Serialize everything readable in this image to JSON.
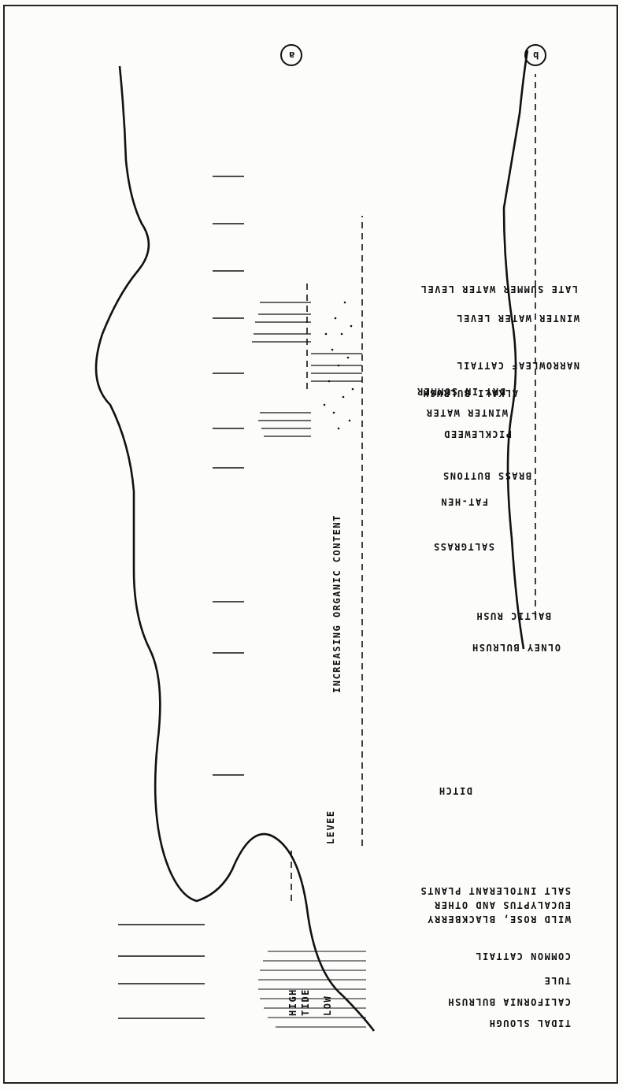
{
  "panel_a": {
    "marker": "a",
    "labels": [
      "TIDAL SLOUGH",
      "CALIFORNIA BULRUSH",
      "TULE",
      "COMMON CATTAIL",
      "WILD ROSE, BLACKBERRY",
      "EUCALYPTUS AND OTHER",
      "SALT INTOLERANT PLANTS",
      "DITCH",
      "OLNEY BULRUSH",
      "BALTIC RUSH",
      "SALTGRASS",
      "FAT-HEN",
      "BRASS BUTTONS",
      "PICKLEWEED",
      "ALKALI BULRUSH",
      "NARROWLEAF CATTAIL",
      "WINTER WATER LEVEL",
      "LATE SUMMER WATER LEVEL"
    ],
    "levee": "LEVEE",
    "tide": [
      "HIGH",
      "TIDE",
      "LOW"
    ],
    "gradient": "INCREASING ORGANIC CONTENT"
  },
  "panel_b": {
    "marker": "b",
    "labels": [
      "WINTER WATER",
      "DRY IN SUMMER"
    ]
  }
}
